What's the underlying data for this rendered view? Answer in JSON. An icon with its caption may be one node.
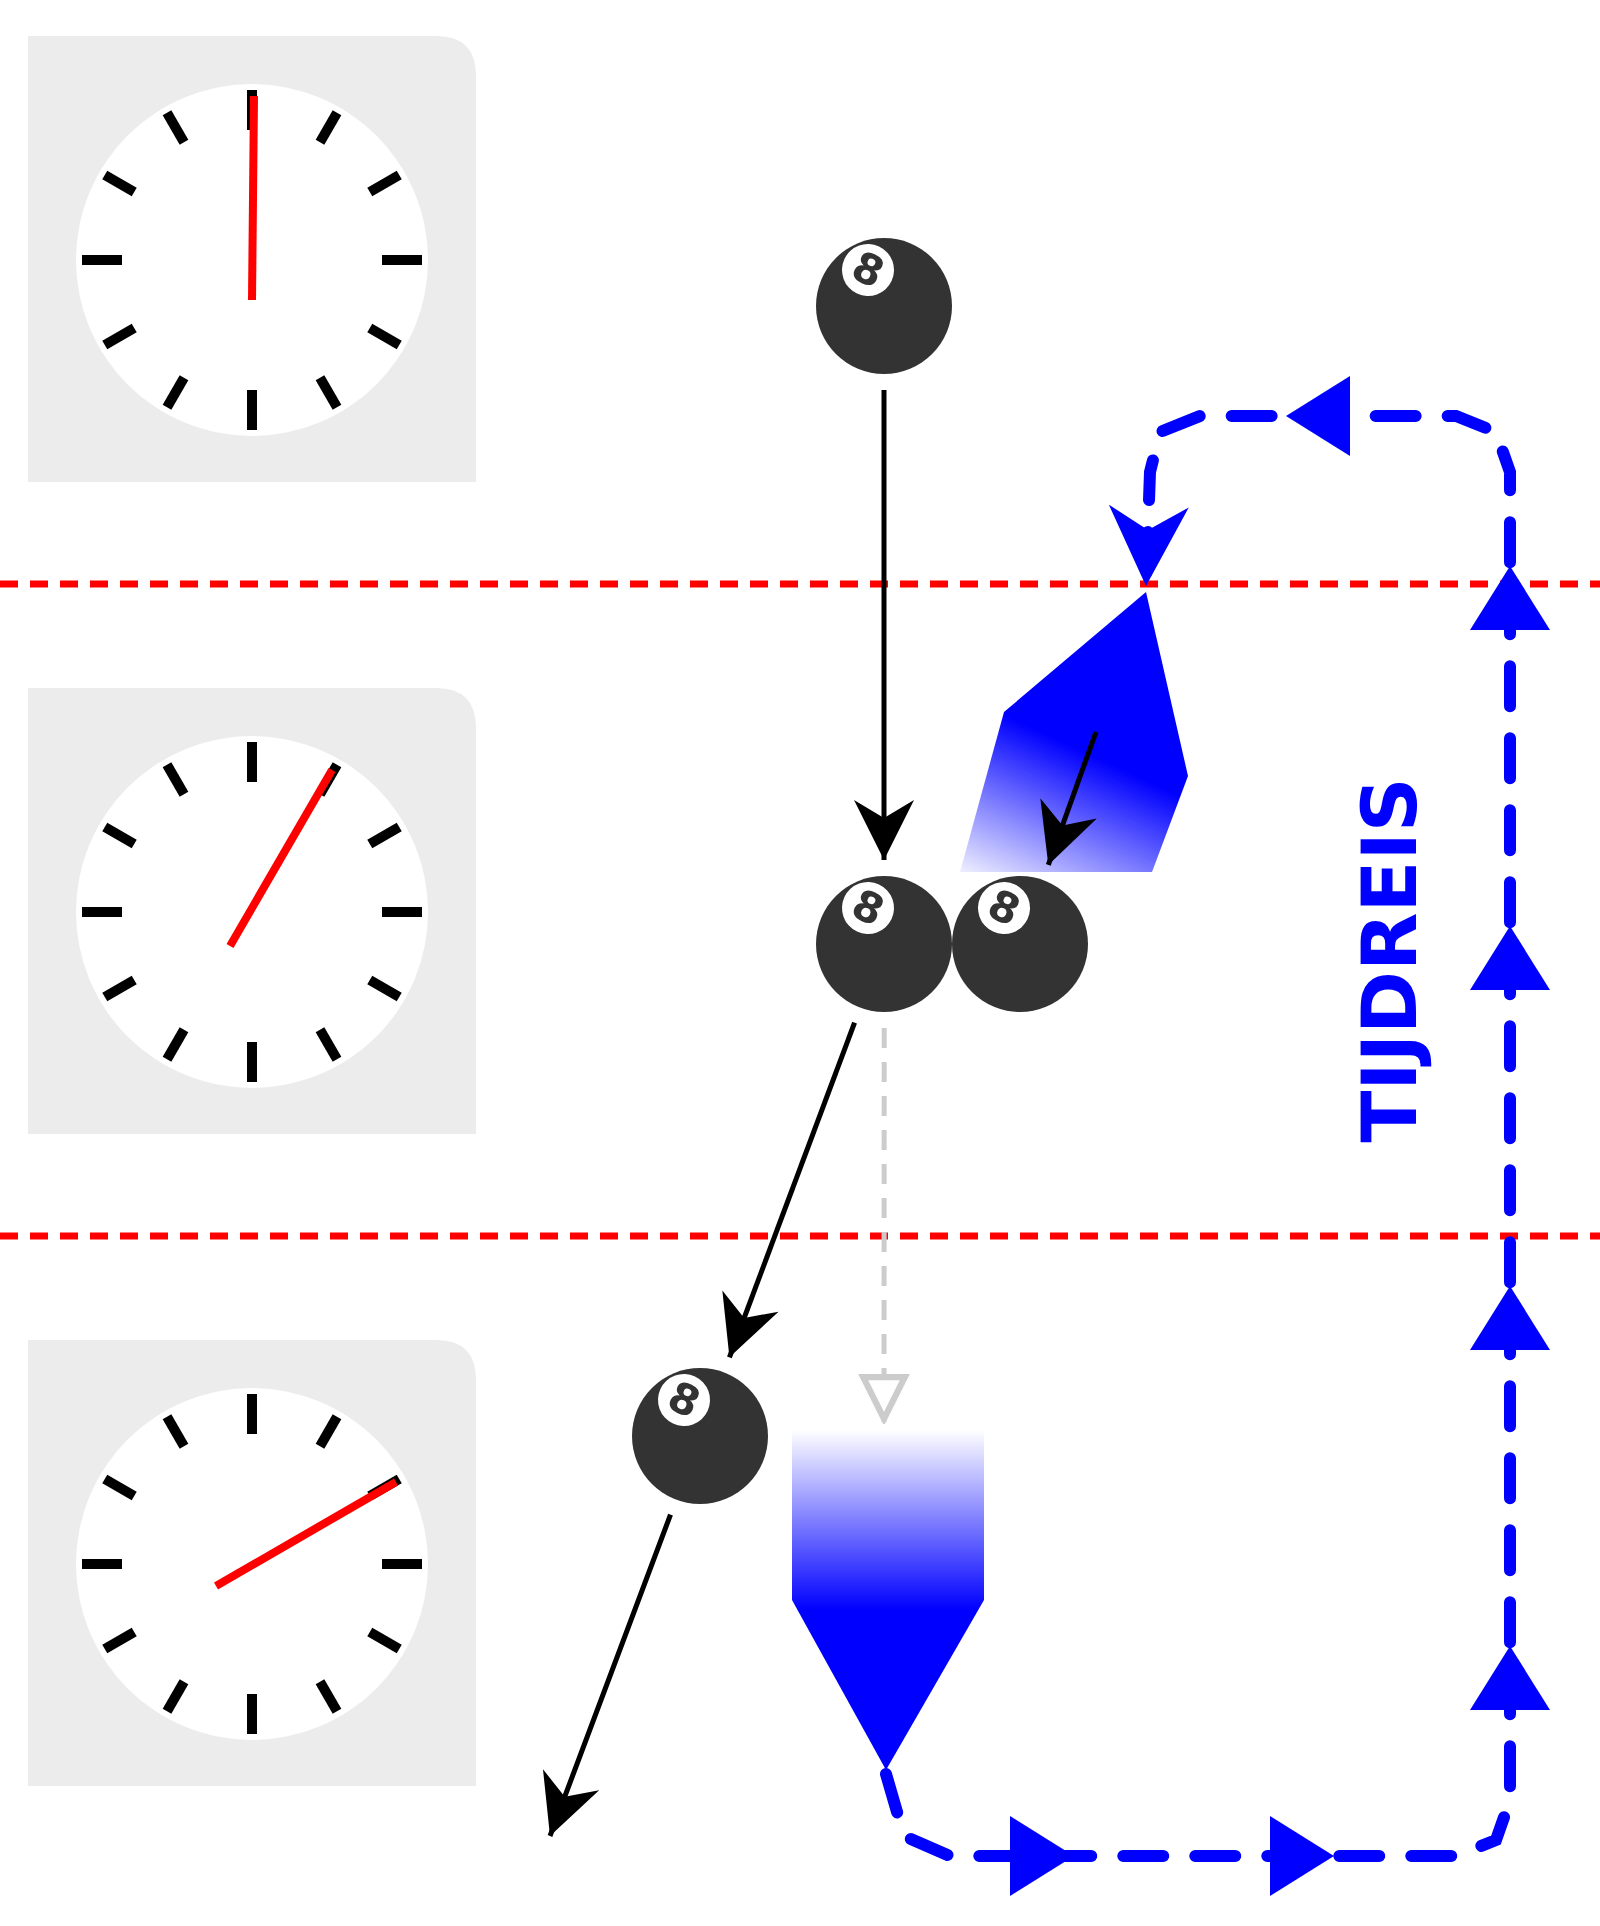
{
  "diagram": {
    "nodes": [
      {
        "text": [
          "8"
        ]
      },
      {
        "text": [
          "8"
        ]
      },
      {
        "text": [
          "8"
        ]
      },
      {
        "text": [
          "8"
        ]
      },
      {
        "text": [],
        "shape": "pentagon"
      },
      {
        "text": [],
        "shape": "pentagon"
      }
    ],
    "edges": [
      {
        "from": 0,
        "to": 1,
        "arrow": "to"
      },
      {
        "from": 1,
        "to": 3,
        "arrow": "to"
      },
      {
        "from": 3,
        "to": null,
        "arrow": "to"
      },
      {
        "from": 1,
        "to": 4,
        "arrow": "to",
        "style": "dashed",
        "color": "#cccccc"
      },
      {
        "from": 5,
        "to": 2,
        "arrow": "to"
      },
      {
        "from": 4,
        "to": 5,
        "arrow": "to",
        "style": "dashed",
        "color": "#0000ff"
      }
    ],
    "labels": [
      "TIJDREIS"
    ]
  }
}
